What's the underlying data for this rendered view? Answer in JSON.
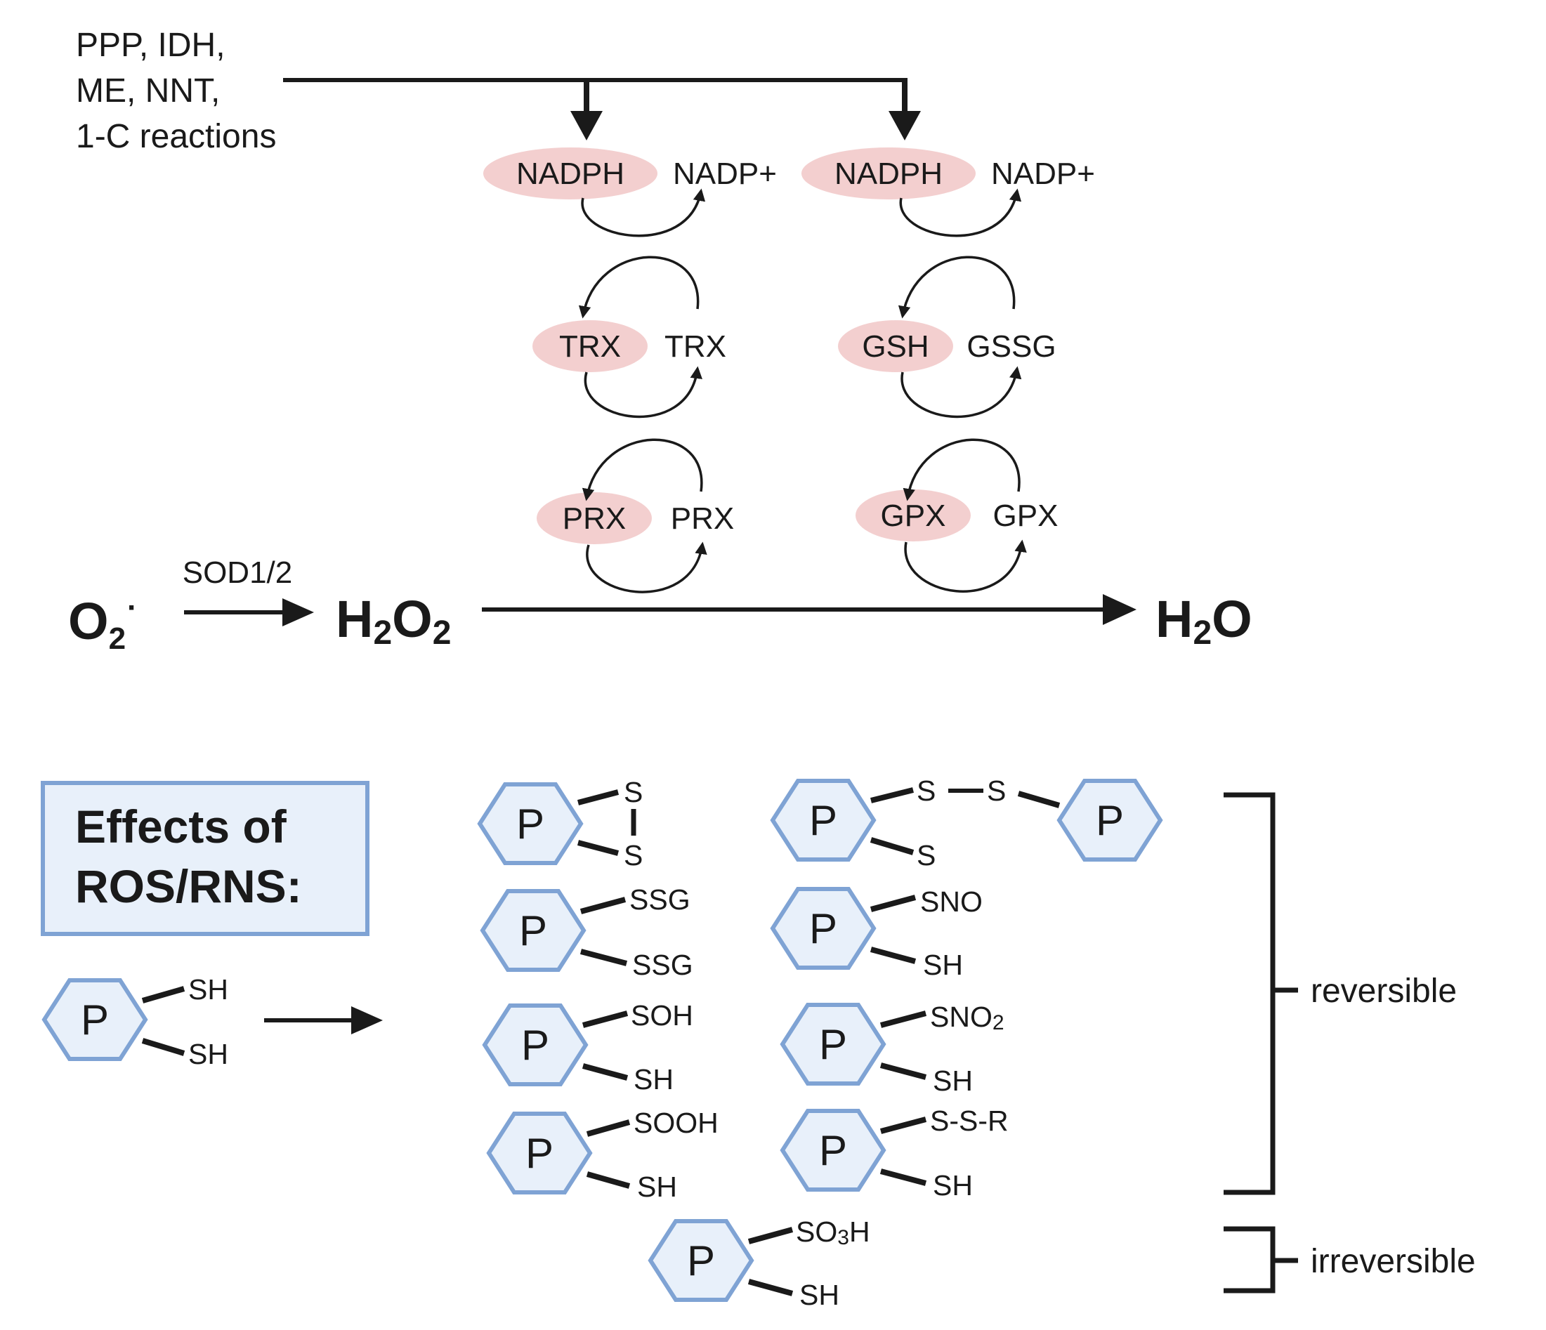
{
  "sources": [
    "PPP, IDH,",
    "ME, NNT,",
    "1-C reactions"
  ],
  "cycles": {
    "left": {
      "nadph": "NADPH",
      "nadp": "NADP+",
      "red": "TRX",
      "ox": "TRX",
      "enz_red": "PRX",
      "enz_ox": "PRX"
    },
    "right": {
      "nadph": "NADPH",
      "nadp": "NADP+",
      "red": "GSH",
      "ox": "GSSG",
      "enz_red": "GPX",
      "enz_ox": "GPX"
    }
  },
  "reaction": {
    "superoxide": "O",
    "superoxide_sub": "2",
    "superoxide_sup": "·",
    "enzyme": "SOD1/2",
    "h2o2_a": "H",
    "h2o2_sub1": "2",
    "h2o2_b": "O",
    "h2o2_sub2": "2",
    "h2o_a": "H",
    "h2o_sub": "2",
    "h2o_b": "O"
  },
  "effects": {
    "title_line1": "Effects of",
    "title_line2": "ROS/RNS:",
    "protein": "P",
    "start_top": "SH",
    "start_bottom": "SH",
    "disulfide_s1": "S",
    "disulfide_s2": "S",
    "inter_s1": "S",
    "inter_dash": "—",
    "inter_s2": "S",
    "inter_s3": "S",
    "ssg_top": "SSG",
    "ssg_bottom": "SSG",
    "sno_top": "SNO",
    "sno_bottom": "SH",
    "soh_top": "SOH",
    "soh_bottom": "SH",
    "sno2_top": "SNO",
    "sno2_sub": "2",
    "sno2_bottom": "SH",
    "sooh_top": "SOOH",
    "sooh_bottom": "SH",
    "ssr_top": "S-S-R",
    "ssr_bottom": "SH",
    "so3h_top_a": "SO",
    "so3h_top_sub": "3",
    "so3h_top_b": "H",
    "so3h_bottom": "SH",
    "reversible": "reversible",
    "irreversible": "irreversible"
  },
  "colors": {
    "ellipse_fill": "#f3cfcf",
    "hex_fill": "#e8f0fa",
    "hex_stroke": "#7fa3d4",
    "box_fill": "#e8f0fa",
    "box_stroke": "#7fa3d4",
    "line": "#1a1a1a"
  }
}
